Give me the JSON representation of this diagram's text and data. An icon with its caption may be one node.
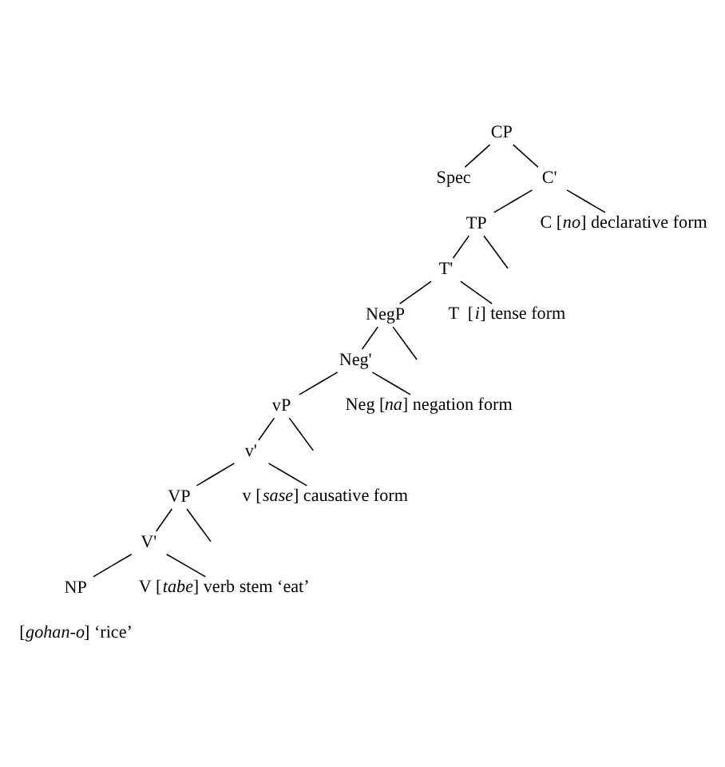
{
  "diagram": {
    "nodes": [
      {
        "text": [
          "CP"
        ]
      },
      {
        "text": [
          "Spec"
        ]
      },
      {
        "text": [
          "C'"
        ]
      },
      {
        "text": [
          "TP"
        ]
      },
      {
        "text": [
          "C [*no*] declarative form"
        ]
      },
      {
        "text": [
          "T'"
        ]
      },
      {
        "text": [
          "NegP"
        ]
      },
      {
        "text": [
          "T  [*i*] tense form"
        ]
      },
      {
        "text": [
          "Neg'"
        ]
      },
      {
        "text": [
          "vP"
        ]
      },
      {
        "text": [
          "Neg [*na*] negation form"
        ]
      },
      {
        "text": [
          "v'"
        ]
      },
      {
        "text": [
          "VP"
        ]
      },
      {
        "text": [
          "v [*sase*] causative form"
        ]
      },
      {
        "text": [
          "V'"
        ]
      },
      {
        "text": [
          "NP"
        ]
      },
      {
        "text": [
          "V [*tabe*] verb stem ‘eat’"
        ]
      }
    ],
    "edges": [
      {
        "from": 0,
        "to": 1,
        "arrow": "none"
      },
      {
        "from": 0,
        "to": 2,
        "arrow": "none"
      },
      {
        "from": 2,
        "to": 3,
        "arrow": "none"
      },
      {
        "from": 2,
        "to": 4,
        "arrow": "none"
      },
      {
        "from": 3,
        "to": null,
        "arrow": "none"
      },
      {
        "from": 3,
        "to": 5,
        "arrow": "none"
      },
      {
        "from": 5,
        "to": 6,
        "arrow": "none"
      },
      {
        "from": 5,
        "to": 7,
        "arrow": "none"
      },
      {
        "from": 6,
        "to": null,
        "arrow": "none"
      },
      {
        "from": 6,
        "to": 8,
        "arrow": "none"
      },
      {
        "from": 8,
        "to": 9,
        "arrow": "none"
      },
      {
        "from": 8,
        "to": 10,
        "arrow": "none"
      },
      {
        "from": 9,
        "to": null,
        "arrow": "none"
      },
      {
        "from": 9,
        "to": 11,
        "arrow": "none"
      },
      {
        "from": 11,
        "to": 12,
        "arrow": "none"
      },
      {
        "from": 11,
        "to": 13,
        "arrow": "none"
      },
      {
        "from": 12,
        "to": null,
        "arrow": "none"
      },
      {
        "from": 12,
        "to": 14,
        "arrow": "none"
      },
      {
        "from": 14,
        "to": 15,
        "arrow": "none"
      },
      {
        "from": 14,
        "to": 16,
        "arrow": "none"
      }
    ],
    "labels": [
      "[*gohan-o*] ‘rice’"
    ]
  }
}
